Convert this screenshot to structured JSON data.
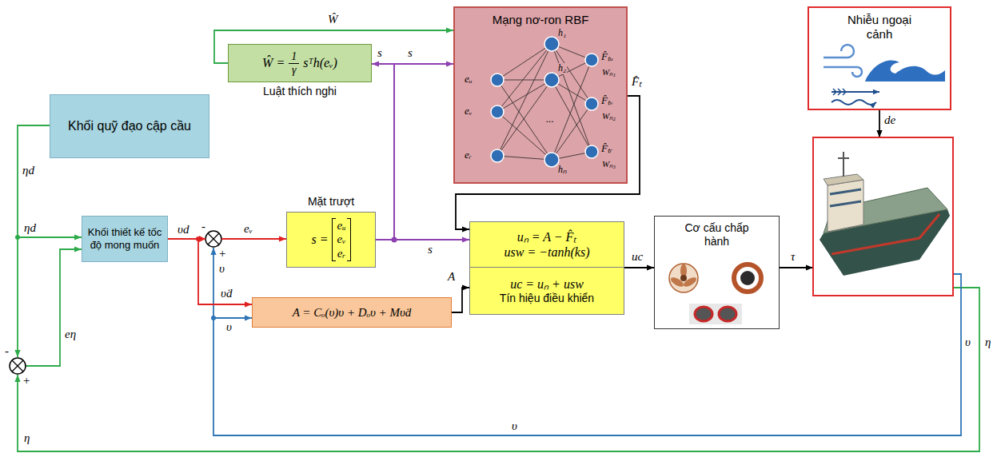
{
  "diagram": {
    "nodes": [
      {
        "text": [
          "Mạng nơ-ron RBF"
        ]
      },
      {
        "text": [
          "Ŵ =",
          "1",
          "γ",
          "sᵀh(eᵥ)",
          "Luật thích nghi"
        ]
      },
      {
        "text": [
          "Khối quỹ đạo cập cầu"
        ]
      },
      {
        "text": [
          "Khối thiết kế tốc độ mong muốn"
        ]
      },
      {
        "text": [
          "Mặt trượt",
          "s =",
          "eᵤ eᵥ eᵣ"
        ]
      },
      {
        "text": [
          "uₙ = A − F̂ₜ",
          "usw = −tanh(ks)",
          "uc = uₙ + usw",
          "Tín hiệu điều khiển"
        ]
      },
      {
        "text": [
          "A = Cₒ(υ)υ + Dₒυ + Mυ̇d"
        ]
      },
      {
        "text": [
          "Cơ cấu chấp hành"
        ]
      },
      {
        "text": [
          "Nhiễu ngoại cảnh"
        ]
      }
    ],
    "edges": [
      {
        "from": 2,
        "to": 3,
        "arrow": "to",
        "label": "ηd"
      },
      {
        "from": 3,
        "to": 4,
        "arrow": "to",
        "label": "eᵥ"
      },
      {
        "from": 3,
        "to": 6,
        "arrow": "to",
        "label": "υ̇d"
      },
      {
        "from": 4,
        "to": 1,
        "arrow": "to",
        "label": "s"
      },
      {
        "from": 4,
        "to": 0,
        "arrow": "to",
        "label": "s"
      },
      {
        "from": 4,
        "to": 5,
        "arrow": "to",
        "label": "s"
      },
      {
        "from": 1,
        "to": 0,
        "arrow": "to",
        "label": "Ŵ"
      },
      {
        "from": 0,
        "to": 5,
        "arrow": "to",
        "label": "F̂ₜ"
      },
      {
        "from": 6,
        "to": 5,
        "arrow": "to",
        "label": "A"
      },
      {
        "from": 5,
        "to": 7,
        "arrow": "to",
        "label": "uc"
      }
    ],
    "labels": [
      "ηd",
      "υd",
      "-",
      "+",
      "υ",
      "υ",
      "τ",
      "de",
      "υ",
      "υ",
      "η",
      "η",
      "eη",
      "-",
      "+",
      "eᵤ",
      "eᵥ",
      "eᵣ",
      "h₁",
      "h₂",
      "...",
      "hₙ",
      "Wₙ₁",
      "Wₙ₂",
      "Wₙ₃",
      "F̂ₜᵤ",
      "F̂ₜᵥ",
      "F̂ₜᵣ"
    ]
  }
}
